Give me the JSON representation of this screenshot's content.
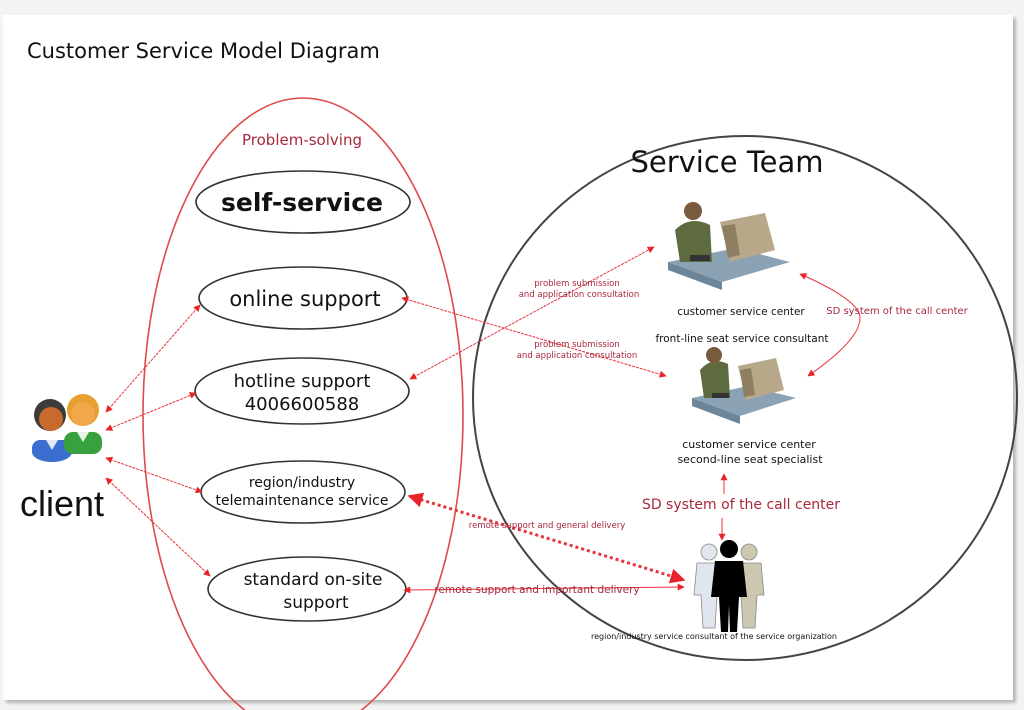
{
  "title": "Customer Service Model Diagram",
  "colors": {
    "accent_red": "#e8332f",
    "label_red": "#a8283c",
    "ellipse_black": "#333333"
  },
  "problem_solving": {
    "label": "Problem-solving",
    "items": [
      {
        "id": "self-service",
        "lines": [
          "self-service"
        ]
      },
      {
        "id": "online-support",
        "lines": [
          "online support"
        ]
      },
      {
        "id": "hotline-support",
        "lines": [
          "hotline support",
          "4006600588"
        ]
      },
      {
        "id": "telemaintenance",
        "lines": [
          "region/industry",
          "telemaintenance service"
        ]
      },
      {
        "id": "onsite-support",
        "lines": [
          "standard on-site",
          "support"
        ]
      }
    ]
  },
  "client": {
    "label": "client",
    "icon": "users-icon"
  },
  "service_team": {
    "title": "Service Team",
    "front_line": {
      "icon": "operator-at-computer-icon",
      "line1": "customer service center",
      "line2": "front-line seat service consultant"
    },
    "second_line": {
      "icon": "operator-at-computer-icon",
      "line1": "customer service center",
      "line2": "second-line seat specialist"
    },
    "consultants": {
      "icon": "group-of-people-icon",
      "label": "region/industry service consultant of the service organization"
    }
  },
  "connector_labels": {
    "submission_1_line1": "problem submission",
    "submission_1_line2": "and application consultation",
    "submission_2_line1": "problem submission",
    "submission_2_line2": "and application consultation",
    "sd_system_right": "SD system of the call center",
    "sd_system_bottom": "SD system of the call center",
    "general_delivery": "remote support and general delivery",
    "important_delivery": "remote support and important delivery"
  }
}
